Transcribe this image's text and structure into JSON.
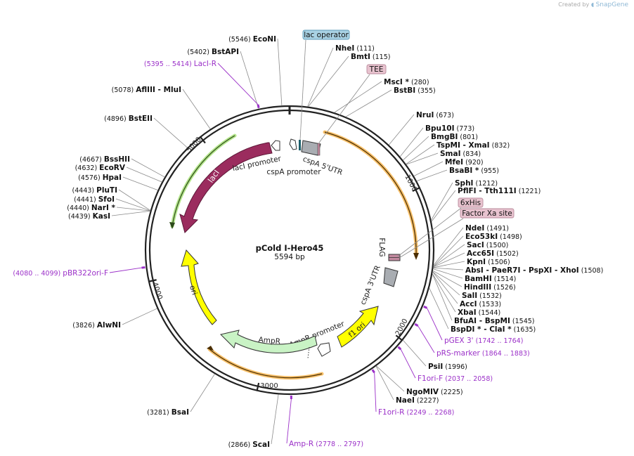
{
  "credit": {
    "prefix": "Created by",
    "brand": "SnapGene"
  },
  "plasmid": {
    "name": "pCold I-Hero45",
    "length": "5594 bp"
  },
  "ruler": [
    "1000",
    "2000",
    "3000",
    "4000",
    "5000"
  ],
  "features": [
    {
      "label": "lacI"
    },
    {
      "label": "lacI promoter"
    },
    {
      "label": "cspA promoter"
    },
    {
      "label": "cspA 5'UTR"
    },
    {
      "label": "FLAG"
    },
    {
      "label": "cspA 3'UTR"
    },
    {
      "label": "f1 ori"
    },
    {
      "label": "AmpR promoter"
    },
    {
      "label": "AmpR"
    },
    {
      "label": "ori"
    }
  ],
  "tags": [
    {
      "label": "lac operator",
      "bg": "#a9d2e4",
      "border": "#5e9bb8"
    },
    {
      "label": "TEE",
      "bg": "#e8c3cf",
      "border": "#b98a9b"
    },
    {
      "label": "6xHis",
      "bg": "#e8c3cf",
      "border": "#b98a9b"
    },
    {
      "label": "Factor Xa site",
      "bg": "#e8c3cf",
      "border": "#b98a9b"
    }
  ],
  "enzymes": [
    {
      "name": "EcoNI",
      "pos": "(5546)"
    },
    {
      "name": "BstAPI",
      "pos": "(5402)"
    },
    {
      "name": "AflIII  - MluI",
      "pos": "(5078)"
    },
    {
      "name": "BstEII",
      "pos": "(4896)"
    },
    {
      "name": "BssHII",
      "pos": "(4667)"
    },
    {
      "name": "EcoRV",
      "pos": "(4632)"
    },
    {
      "name": "HpaI",
      "pos": "(4576)"
    },
    {
      "name": "PluTI",
      "pos": "(4443)"
    },
    {
      "name": "SfoI",
      "pos": "(4441)"
    },
    {
      "name": "NarI *",
      "pos": "(4440)"
    },
    {
      "name": "KasI",
      "pos": "(4439)"
    },
    {
      "name": "AlwNI",
      "pos": "(3826)"
    },
    {
      "name": "BsaI",
      "pos": "(3281)"
    },
    {
      "name": "ScaI",
      "pos": "(2866)"
    },
    {
      "name": "NheI",
      "pos": "(111)"
    },
    {
      "name": "BmtI",
      "pos": "(115)"
    },
    {
      "name": "MscI *",
      "pos": "(280)"
    },
    {
      "name": "BstBI",
      "pos": "(355)"
    },
    {
      "name": "NruI",
      "pos": "(673)"
    },
    {
      "name": "Bpu10I",
      "pos": "(773)"
    },
    {
      "name": "BmgBI",
      "pos": "(801)"
    },
    {
      "name": "TspMI  - XmaI",
      "pos": "(832)"
    },
    {
      "name": "SmaI",
      "pos": "(834)"
    },
    {
      "name": "MfeI",
      "pos": "(920)"
    },
    {
      "name": "BsaBI *",
      "pos": "(955)"
    },
    {
      "name": "SphI",
      "pos": "(1212)"
    },
    {
      "name": "PflFI  - Tth111I",
      "pos": "(1221)"
    },
    {
      "name": "NdeI",
      "pos": "(1491)"
    },
    {
      "name": "Eco53kI",
      "pos": "(1498)"
    },
    {
      "name": "SacI",
      "pos": "(1500)"
    },
    {
      "name": "Acc65I",
      "pos": "(1502)"
    },
    {
      "name": "KpnI",
      "pos": "(1506)"
    },
    {
      "name": "AbsI  - PaeR7I  - PspXI  - XhoI",
      "pos": "(1508)"
    },
    {
      "name": "BamHI",
      "pos": "(1514)"
    },
    {
      "name": "HindIII",
      "pos": "(1526)"
    },
    {
      "name": "SalI",
      "pos": "(1532)"
    },
    {
      "name": "AccI",
      "pos": "(1533)"
    },
    {
      "name": "XbaI",
      "pos": "(1544)"
    },
    {
      "name": "BfuAI  - BspMI",
      "pos": "(1545)"
    },
    {
      "name": "BspDI *  - ClaI *",
      "pos": "(1635)"
    },
    {
      "name": "PsiI",
      "pos": "(1996)"
    },
    {
      "name": "NgoMIV",
      "pos": "(2225)"
    },
    {
      "name": "NaeI",
      "pos": "(2227)"
    }
  ],
  "primers": [
    {
      "name": "LacI-R",
      "pos": "(5395 .. 5414)"
    },
    {
      "name": "pBR322ori-F",
      "pos": "(4080 .. 4099)"
    },
    {
      "name": "pGEX 3'",
      "pos": "(1742 .. 1764)"
    },
    {
      "name": "pRS-marker",
      "pos": "(1864 .. 1883)"
    },
    {
      "name": "F1ori-F",
      "pos": "(2037 .. 2058)"
    },
    {
      "name": "F1ori-R",
      "pos": "(2249 .. 2268)"
    },
    {
      "name": "Amp-R",
      "pos": "(2778 .. 2797)"
    }
  ],
  "colors": {
    "backbone": "#222222",
    "enzyme_line": "#888888",
    "primer": "#9b30c8",
    "lacI": "#9b2c5e",
    "lacI_outline": "#5d1838",
    "ori": "#ffff00",
    "f1ori": "#ffff00",
    "ampR": "#c9f3c5",
    "promoter": "#ffffff",
    "utr": "#a9adb2",
    "flag": "#c48aa0",
    "orf_orange": "#f7c06a",
    "orf_green": "#b3e58a"
  }
}
